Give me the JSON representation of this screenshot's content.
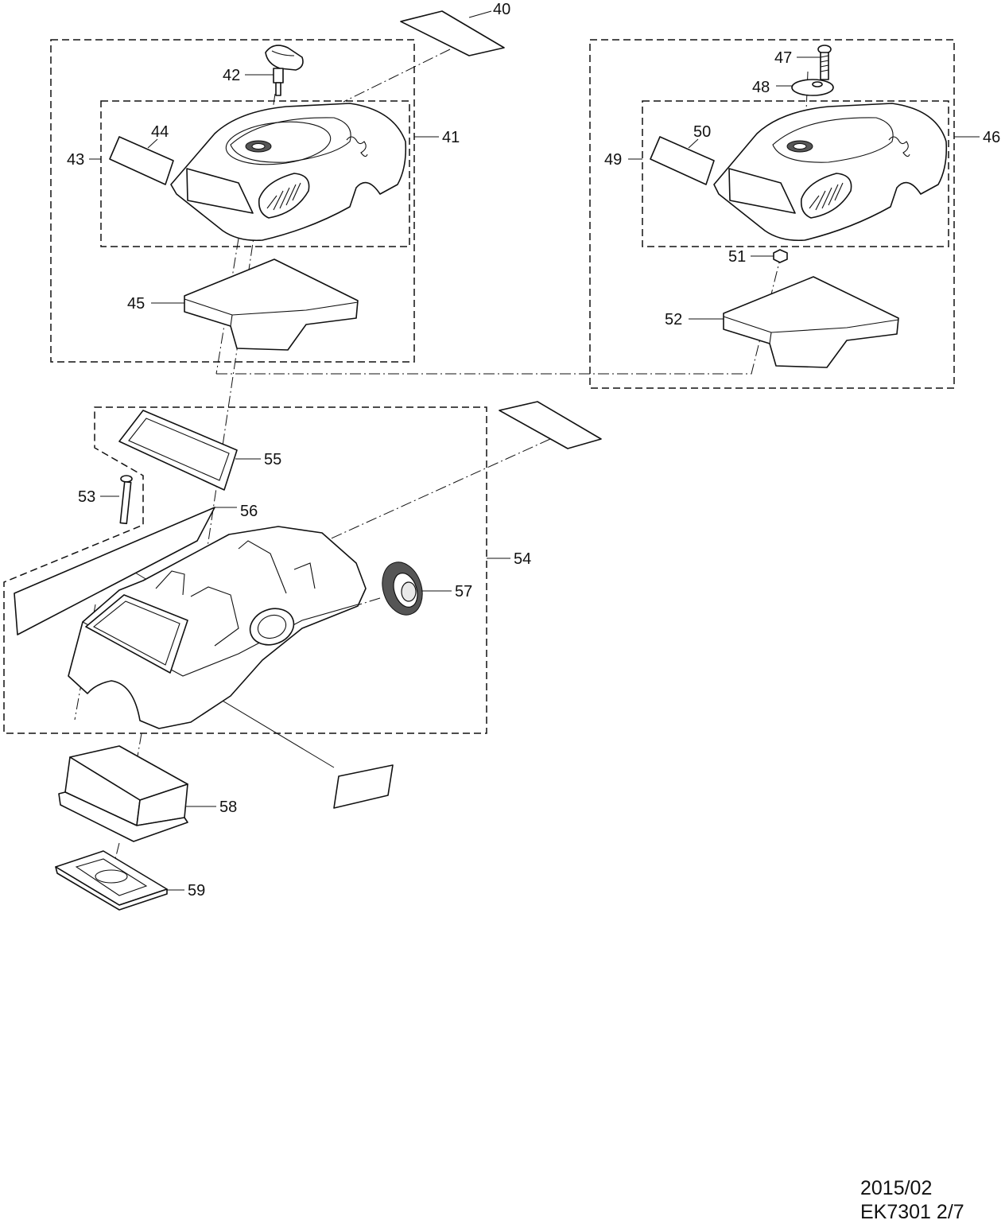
{
  "callouts": [
    {
      "id": "40",
      "label": "40"
    },
    {
      "id": "41",
      "label": "41"
    },
    {
      "id": "42",
      "label": "42"
    },
    {
      "id": "43",
      "label": "43"
    },
    {
      "id": "44",
      "label": "44"
    },
    {
      "id": "45",
      "label": "45"
    },
    {
      "id": "46",
      "label": "46"
    },
    {
      "id": "47",
      "label": "47"
    },
    {
      "id": "48",
      "label": "48"
    },
    {
      "id": "49",
      "label": "49"
    },
    {
      "id": "50",
      "label": "50"
    },
    {
      "id": "51",
      "label": "51"
    },
    {
      "id": "52",
      "label": "52"
    },
    {
      "id": "53",
      "label": "53"
    },
    {
      "id": "54",
      "label": "54"
    },
    {
      "id": "55",
      "label": "55"
    },
    {
      "id": "56",
      "label": "56"
    },
    {
      "id": "57",
      "label": "57"
    },
    {
      "id": "58",
      "label": "58"
    },
    {
      "id": "59",
      "label": "59"
    }
  ],
  "footer": {
    "date": "2015/02",
    "code": "EK7301 2/7"
  }
}
